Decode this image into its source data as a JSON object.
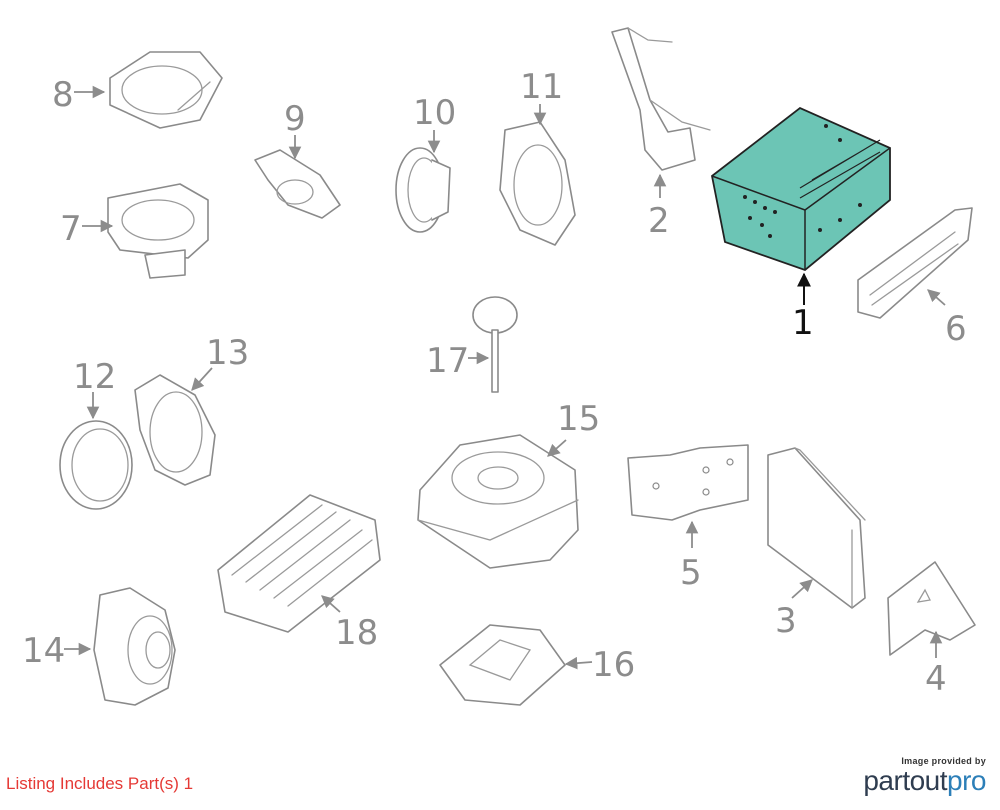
{
  "callouts": [
    "1",
    "2",
    "3",
    "4",
    "5",
    "6",
    "7",
    "8",
    "9",
    "10",
    "11",
    "12",
    "13",
    "14",
    "15",
    "16",
    "17",
    "18"
  ],
  "highlight_color": "#6cc5b5",
  "footer": {
    "note": "Listing Includes Part(s) 1"
  },
  "brand": {
    "caption": "Image provided by",
    "name_part1": "partout",
    "name_part2": "pro"
  }
}
